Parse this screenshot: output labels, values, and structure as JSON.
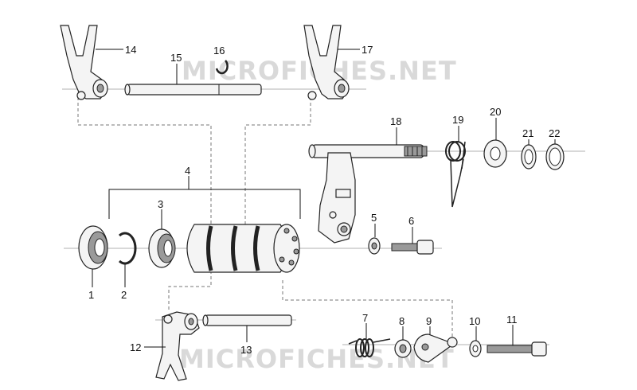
{
  "watermark": "MICROFICHES.NET",
  "callouts": [
    {
      "id": "c1",
      "label": "1"
    },
    {
      "id": "c2",
      "label": "2"
    },
    {
      "id": "c3",
      "label": "3"
    },
    {
      "id": "c4",
      "label": "4"
    },
    {
      "id": "c5",
      "label": "5"
    },
    {
      "id": "c6",
      "label": "6"
    },
    {
      "id": "c7",
      "label": "7"
    },
    {
      "id": "c8",
      "label": "8"
    },
    {
      "id": "c9",
      "label": "9"
    },
    {
      "id": "c10",
      "label": "10"
    },
    {
      "id": "c11",
      "label": "11"
    },
    {
      "id": "c12",
      "label": "12"
    },
    {
      "id": "c13",
      "label": "13"
    },
    {
      "id": "c14",
      "label": "14"
    },
    {
      "id": "c15",
      "label": "15"
    },
    {
      "id": "c16",
      "label": "16"
    },
    {
      "id": "c17",
      "label": "17"
    },
    {
      "id": "c18",
      "label": "18"
    },
    {
      "id": "c19",
      "label": "19"
    },
    {
      "id": "c20",
      "label": "20"
    },
    {
      "id": "c21",
      "label": "21"
    },
    {
      "id": "c22",
      "label": "22"
    }
  ]
}
